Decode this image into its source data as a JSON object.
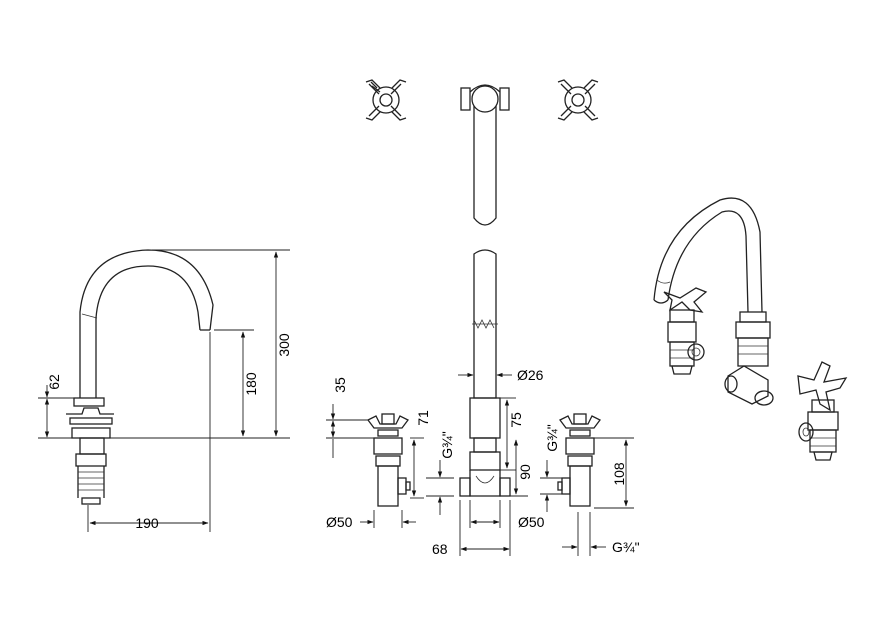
{
  "dimensions": {
    "spout_reach": "190",
    "spout_height_total": "300",
    "spout_outlet_height": "180",
    "base_height_left": "62",
    "handle_drop": "35",
    "valve_height_left": "71",
    "thread_left_v": "G¾\"",
    "spout_diameter": "Ø26",
    "spout_body_height": "75",
    "spout_valve_height": "90",
    "thread_right_v": "G¾\"",
    "right_valve_height": "108",
    "flange_left": "Ø50",
    "flange_center": "Ø50",
    "centre_spacing": "68",
    "thread_bottom": "G¾\""
  }
}
